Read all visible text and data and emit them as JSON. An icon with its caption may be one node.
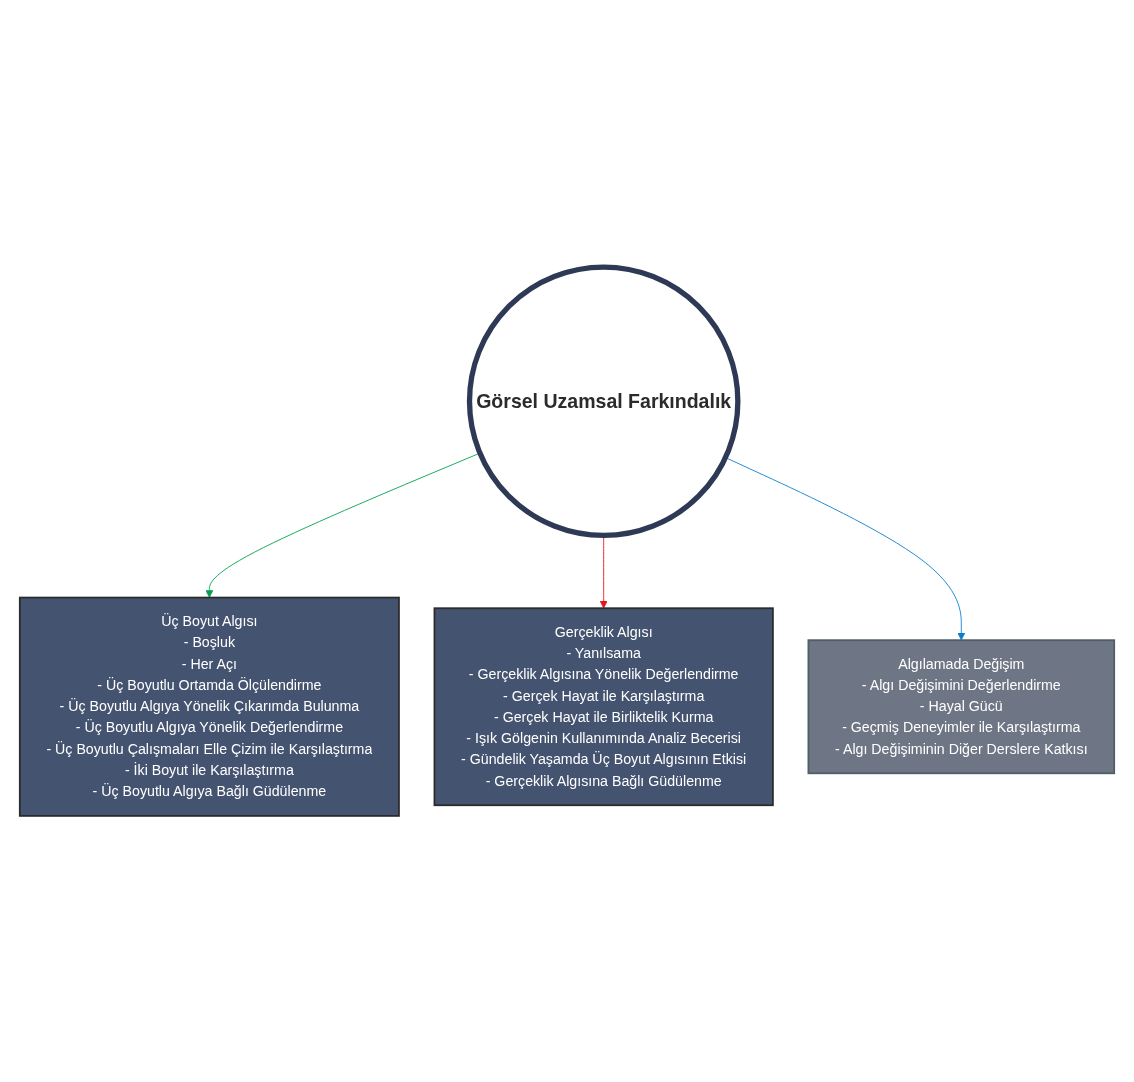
{
  "diagram": {
    "nodes": [
      {
        "text": [
          "Üç Boyut Algısı",
          "- Boşluk",
          "- Her Açı",
          "- Üç Boyutlu Ortamda Ölçülendirme",
          "- Üç Boyutlu Algıya Yönelik Çıkarımda Bulunma",
          "- Üç Boyutlu Algıya Yönelik Değerlendirme",
          "- Üç Boyutlu Çalışmaları Elle Çizim ile Karşılaştırma",
          "- İki Boyut ile Karşılaştırma",
          "- Üç Boyutlu Algıya Bağlı Güdülenme"
        ]
      },
      {
        "text": [
          "Görsel Uzamsal Farkındalık"
        ]
      },
      {
        "text": [
          "Gerçeklik Algısı",
          "- Yanılsama",
          "- Gerçeklik Algısına Yönelik Değerlendirme",
          "- Gerçek Hayat ile Karşılaştırma",
          "- Gerçek Hayat ile Birliktelik Kurma",
          "- Işık Gölgenin Kullanımında Analiz Becerisi",
          "- Gündelik Yaşamda Üç Boyut Algısının Etkisi",
          "- Gerçeklik Algısına Bağlı Güdülenme"
        ]
      },
      {
        "text": [
          "Algılamada Değişim",
          "- Algı Değişimini Değerlendirme",
          "- Hayal Gücü",
          "- Geçmiş Deneyimler ile Karşılaştırma",
          "- Algı Değişiminin Diğer Derslere Katkısı"
        ]
      }
    ],
    "edges": [
      {
        "from": 1,
        "to": 0,
        "arrow": "to",
        "color": "#00a04b"
      },
      {
        "from": 1,
        "to": 2,
        "arrow": "to",
        "color": "#e3161c"
      },
      {
        "from": 1,
        "to": 3,
        "arrow": "to",
        "color": "#0a7fd0"
      }
    ]
  }
}
